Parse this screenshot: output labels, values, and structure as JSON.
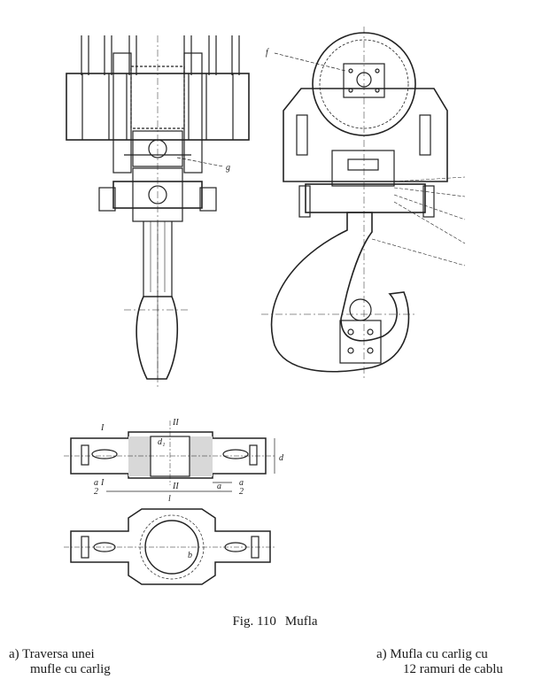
{
  "figure": {
    "number": "Fig. 110",
    "title": "Mufla"
  },
  "subcaptions": {
    "left": {
      "line1": "a) Traversa unei",
      "line2": "mufle cu carlig"
    },
    "right": {
      "line1": "a) Mufla cu carlig cu",
      "line2": "12 ramuri de cablu"
    }
  },
  "drawing_labels": {
    "f": "f",
    "g": "g",
    "section_i": "I",
    "section_ii": "II",
    "dim_l": "l",
    "dim_d": "d",
    "dim_a": "a",
    "dim_b": "b",
    "dim_d1": "d₁",
    "dim_half_a": "a",
    "dim_half_2": "2"
  }
}
